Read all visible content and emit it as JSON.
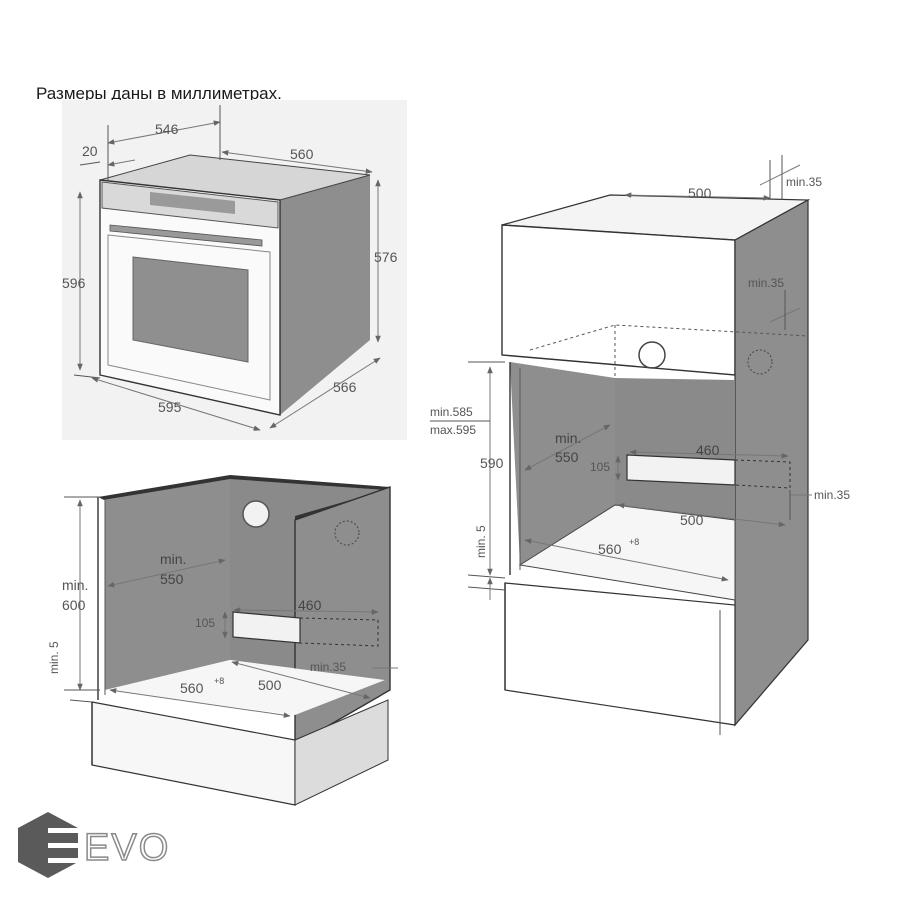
{
  "caption": "Размеры даны в миллиметрах.",
  "logo": {
    "text": "EVO",
    "icon": "hexagon-logo-icon"
  },
  "oven": {
    "width_top": "546",
    "front_offset": "20",
    "depth": "560",
    "height": "596",
    "body_height": "576",
    "front_width": "595",
    "depth_bottom": "566"
  },
  "under_counter": {
    "min_height_line1": "min.",
    "min_height_line2": "600",
    "plinth": "min. 5",
    "depth_line1": "min.",
    "depth_line2": "550",
    "vent_width": "460",
    "vent_height": "105",
    "width": "560",
    "width_tolerance": "+8",
    "vent_depth": "500",
    "vent_gap": "min.35"
  },
  "column": {
    "top_depth": "500",
    "top_gap": "min.35",
    "back_gap": "min.35",
    "opening_min": "min.585",
    "opening_max": "max.595",
    "opening_height": "590",
    "depth_line1": "min.",
    "depth_line2": "550",
    "vent_width": "460",
    "vent_height": "105",
    "side_gap": "min.35",
    "vent_depth": "500",
    "width": "560",
    "width_tolerance": "+8",
    "plinth": "min. 5"
  }
}
